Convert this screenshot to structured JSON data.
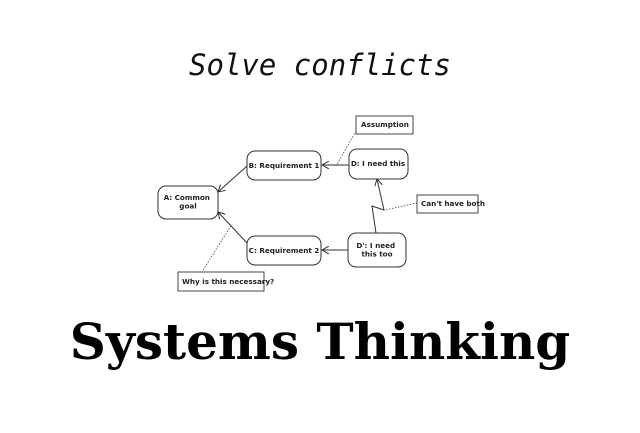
{
  "title": "Solve conflicts",
  "heading": "Systems Thinking",
  "diagram": {
    "nodes": {
      "a": [
        "A: Common",
        "goal"
      ],
      "b": [
        "B: Requirement 1"
      ],
      "c": [
        "C: Requirement 2"
      ],
      "d": [
        "D: I need this"
      ],
      "dp": [
        "D': I need",
        "this too"
      ]
    },
    "notes": {
      "assumption": "Assumption",
      "cant_have_both": "Can't have both",
      "why": "Why is this necessary?"
    }
  }
}
